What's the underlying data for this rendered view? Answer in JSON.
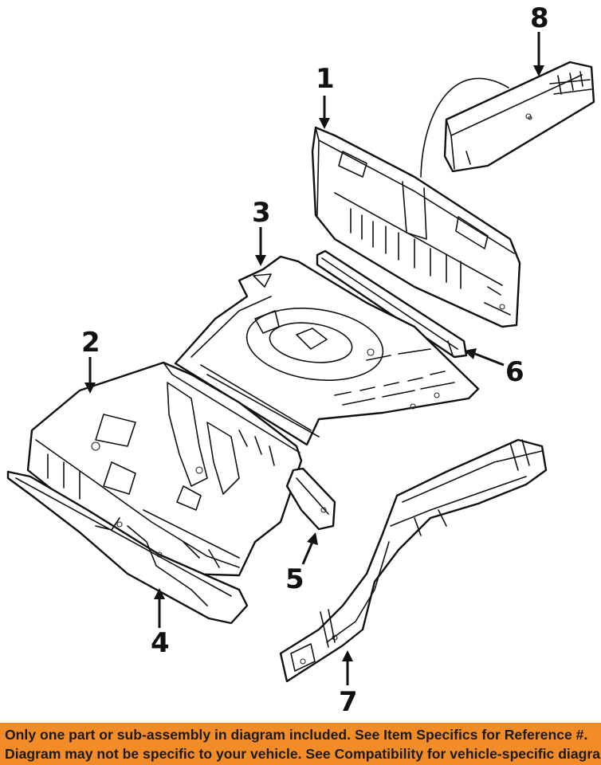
{
  "callouts": [
    {
      "number": "1"
    },
    {
      "number": "2"
    },
    {
      "number": "3"
    },
    {
      "number": "4"
    },
    {
      "number": "5"
    },
    {
      "number": "6"
    },
    {
      "number": "7"
    },
    {
      "number": "8"
    }
  ],
  "footer": {
    "line1": "Only one part or sub-assembly in diagram included. See Item Specifics for Reference #.",
    "line2": "Diagram may not be specific to your vehicle. See Compatibility for vehicle-specific diagrams."
  },
  "colors": {
    "footer_background": "#f28c28",
    "line_art": "#111111",
    "background": "#ffffff"
  }
}
